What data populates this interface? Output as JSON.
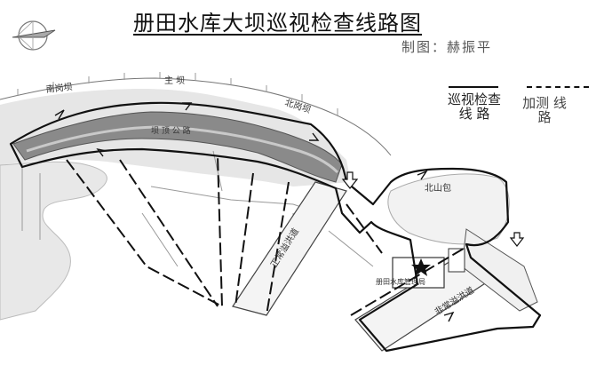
{
  "title": "册田水库大坝巡视检查线路图",
  "author": "制图：赫振平",
  "legend": {
    "inspection_route": "巡视检查线 路",
    "extra_route": "加测 线路"
  },
  "labels": {
    "south_bank": "南岗坝",
    "main_dam": "主 坝",
    "north_bank": "北岗坝",
    "dam_road": "坝 顶 公 路",
    "north_hill": "北山包",
    "spillway_main": "正常溢洪道",
    "spillway_emergency": "非常溢洪道",
    "management_office": "册田水库管理局"
  },
  "colors": {
    "route": "#111111",
    "dam_fill": "#8a8a8a",
    "water_fill": "#e6e6e6"
  },
  "icons": [
    "compass-icon",
    "north-arrow-icon",
    "star-icon"
  ]
}
